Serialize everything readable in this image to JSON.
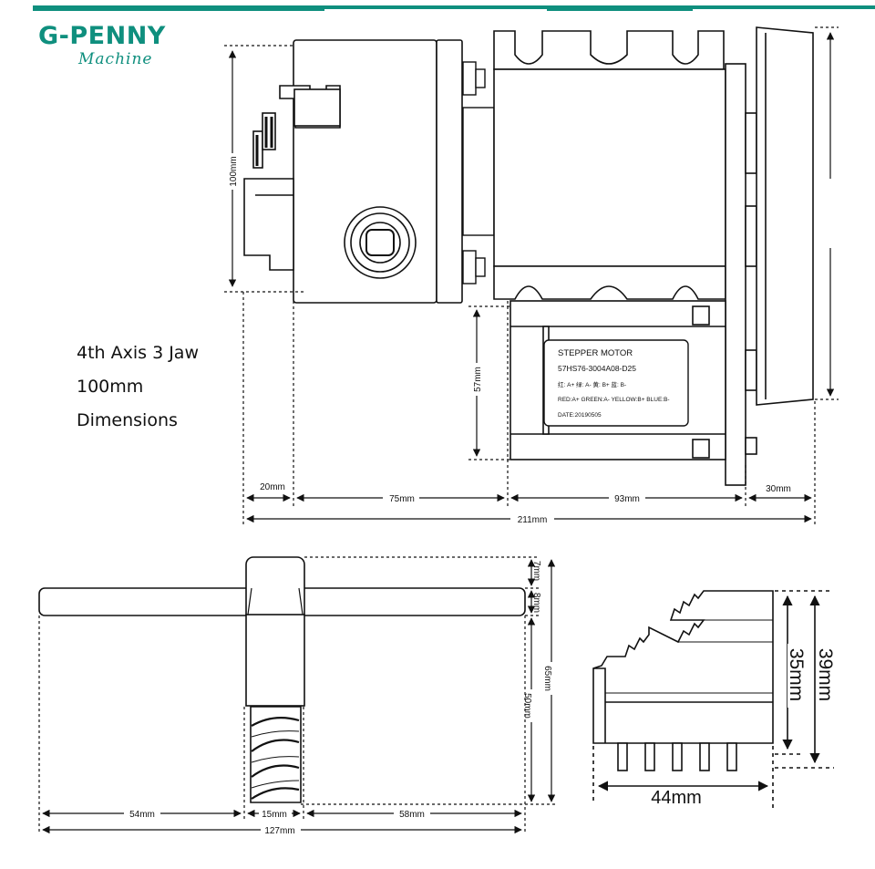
{
  "brand": {
    "name": "G-PENNY",
    "sub": "Machine",
    "color": "#0f8f7e"
  },
  "title": {
    "line1": "4th Axis  3 Jaw",
    "line2": "100mm",
    "line3": "Dimensions"
  },
  "motor_label": {
    "line1": "STEPPER MOTOR",
    "line2": "57HS76-3004A08-D25",
    "line3": "红: A+ 绿: A- 黄: B+ 蓝: B-",
    "line4": "RED:A+  GREEN:A- YELLOW:B+ BLUE:B-",
    "line5": "DATE:20190505"
  },
  "dims": {
    "chuck_height": "100mm",
    "motor_height": "57mm",
    "d20": "20mm",
    "d75": "75mm",
    "d93": "93mm",
    "d30": "30mm",
    "d211": "211mm",
    "wrench_7": "7mm",
    "wrench_8": "8mm",
    "wrench_65": "65mm",
    "wrench_50": "50mm",
    "wrench_54": "54mm",
    "wrench_15": "15mm",
    "wrench_58": "58mm",
    "wrench_127": "127mm",
    "jaw_35": "35mm",
    "jaw_39": "39mm",
    "jaw_44": "44mm"
  }
}
